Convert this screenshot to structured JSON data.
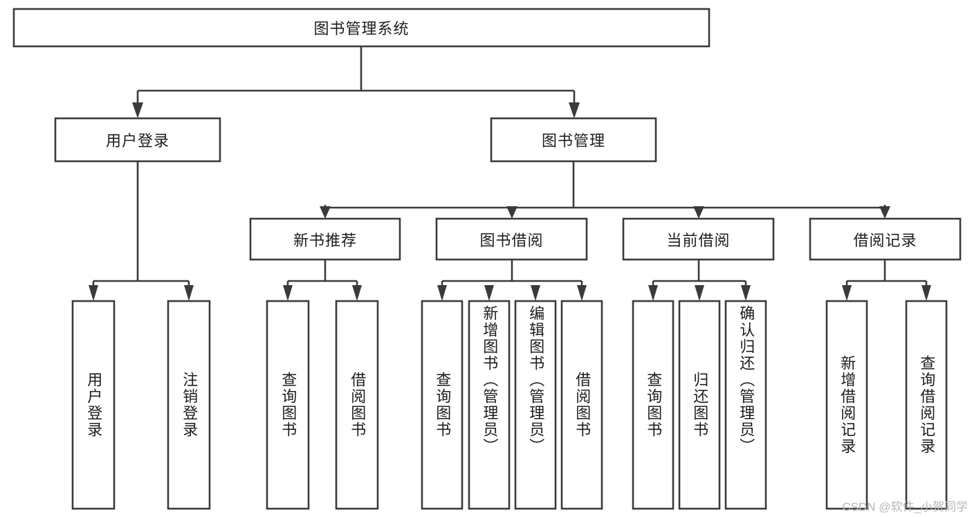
{
  "diagram": {
    "title_node": {
      "label": "图书管理系统"
    },
    "level2": [
      {
        "id": "user-login",
        "label": "用户登录"
      },
      {
        "id": "book-manage",
        "label": "图书管理"
      }
    ],
    "level3": [
      {
        "id": "new-book-recommend",
        "label": "新书推荐"
      },
      {
        "id": "book-borrow",
        "label": "图书借阅"
      },
      {
        "id": "current-borrow",
        "label": "当前借阅"
      },
      {
        "id": "borrow-record",
        "label": "借阅记录"
      }
    ],
    "leaves": {
      "user_login": [
        {
          "id": "leaf-user-login",
          "label": "用户登录"
        },
        {
          "id": "leaf-logout-login",
          "label": "注销登录"
        }
      ],
      "new_book_recommend": [
        {
          "id": "leaf-query-book-1",
          "label": "查询图书"
        },
        {
          "id": "leaf-borrow-book-1",
          "label": "借阅图书"
        }
      ],
      "book_borrow": [
        {
          "id": "leaf-query-book-2",
          "label": "查询图书"
        },
        {
          "id": "leaf-add-book",
          "label": "新增图书（管理员）"
        },
        {
          "id": "leaf-edit-book",
          "label": "编辑图书（管理员）"
        },
        {
          "id": "leaf-borrow-book-2",
          "label": "借阅图书"
        }
      ],
      "current_borrow": [
        {
          "id": "leaf-query-book-3",
          "label": "查询图书"
        },
        {
          "id": "leaf-return-book",
          "label": "归还图书"
        },
        {
          "id": "leaf-confirm-return",
          "label": "确认归还（管理员）"
        }
      ],
      "borrow_record": [
        {
          "id": "leaf-add-record",
          "label": "新增借阅记录"
        },
        {
          "id": "leaf-query-record",
          "label": "查询借阅记录"
        }
      ]
    }
  },
  "watermark": {
    "text": "CSDN @软件_小贺同学"
  },
  "colors": {
    "stroke": "#3a3a3a",
    "fill": "#ffffff",
    "text": "#1d1d1d",
    "watermark": "#b8b8b8"
  }
}
